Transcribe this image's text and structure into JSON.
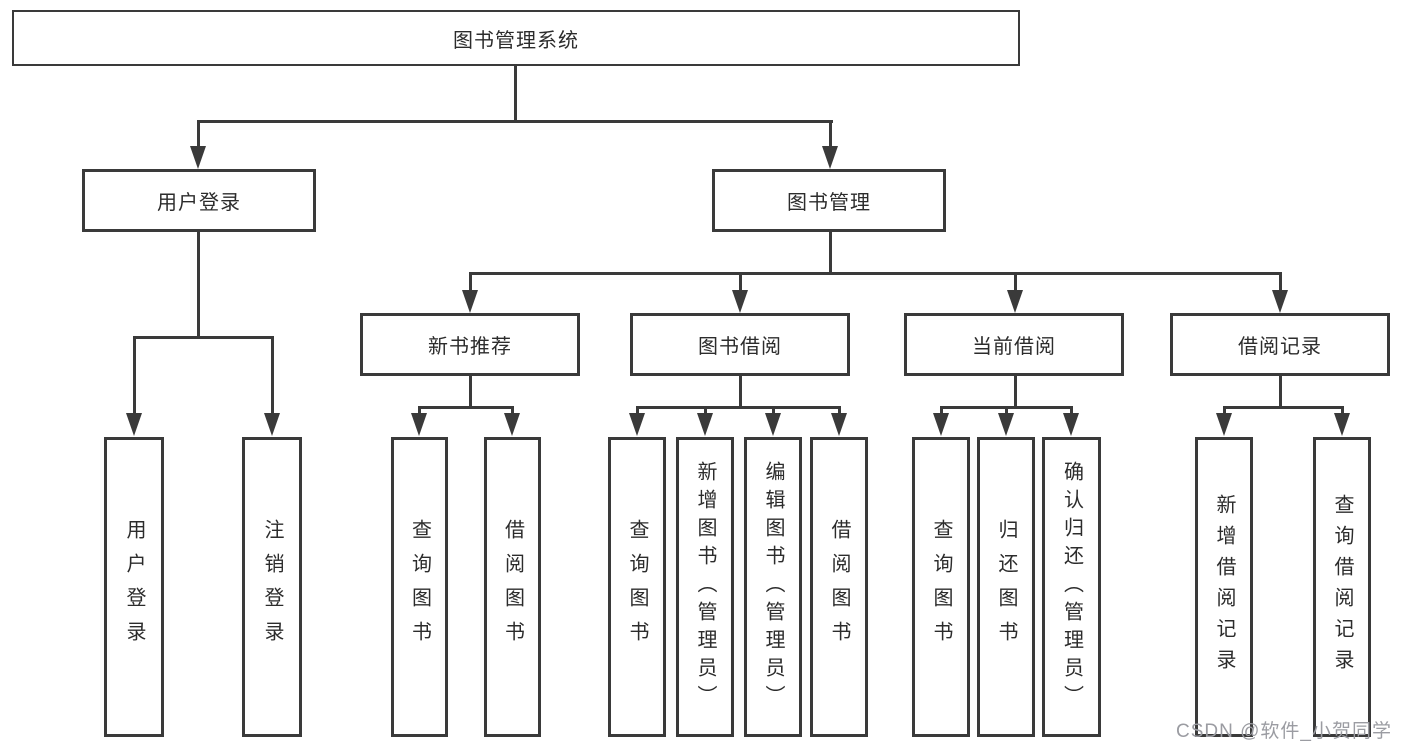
{
  "tree": {
    "root": {
      "label": "图书管理系统"
    },
    "children": [
      {
        "label": "用户登录",
        "children": [
          {
            "label": "用户登录"
          },
          {
            "label": "注销登录"
          }
        ]
      },
      {
        "label": "图书管理",
        "children": [
          {
            "label": "新书推荐",
            "children": [
              {
                "label": "查询图书"
              },
              {
                "label": "借阅图书"
              }
            ]
          },
          {
            "label": "图书借阅",
            "children": [
              {
                "label": "查询图书"
              },
              {
                "label": "新增图书（管理员）"
              },
              {
                "label": "编辑图书（管理员）"
              },
              {
                "label": "借阅图书"
              }
            ]
          },
          {
            "label": "当前借阅",
            "children": [
              {
                "label": "查询图书"
              },
              {
                "label": "归还图书"
              },
              {
                "label": "确认归还（管理员）"
              }
            ]
          },
          {
            "label": "借阅记录",
            "children": [
              {
                "label": "新增借阅记录"
              },
              {
                "label": "查询借阅记录"
              }
            ]
          }
        ]
      }
    ]
  },
  "watermark": {
    "text": "CSDN @软件_小贺同学"
  },
  "colors": {
    "line": "#3a3a3a",
    "text": "#2c2c2c",
    "watermark": "#9b9ca2",
    "background": "#ffffff"
  }
}
